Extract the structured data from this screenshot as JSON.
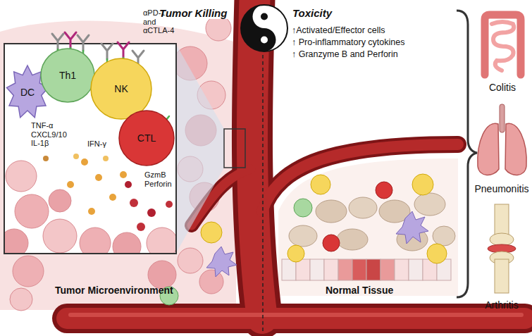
{
  "diagram": {
    "nodes": [
      {
        "text": [
          "DC"
        ]
      },
      {
        "text": [
          "Th1"
        ]
      },
      {
        "text": [
          "NK"
        ]
      },
      {
        "text": [
          "CTL"
        ]
      }
    ],
    "labels": [
      "Tumor Killing",
      "Toxicity",
      "↑Activated/Effector cells",
      "↑ Pro-inflammatory cytokines",
      "↑ Granzyme B and Perforin",
      "αPD-1 and αCTLA-4",
      "TNF-α CXCL9/10 IL-1β",
      "IFN-γ",
      "GzmB Perforin",
      "Tumor Microenvironment",
      "Normal Tissue",
      "Colitis",
      "Pneumonitis",
      "Arthritis"
    ]
  }
}
